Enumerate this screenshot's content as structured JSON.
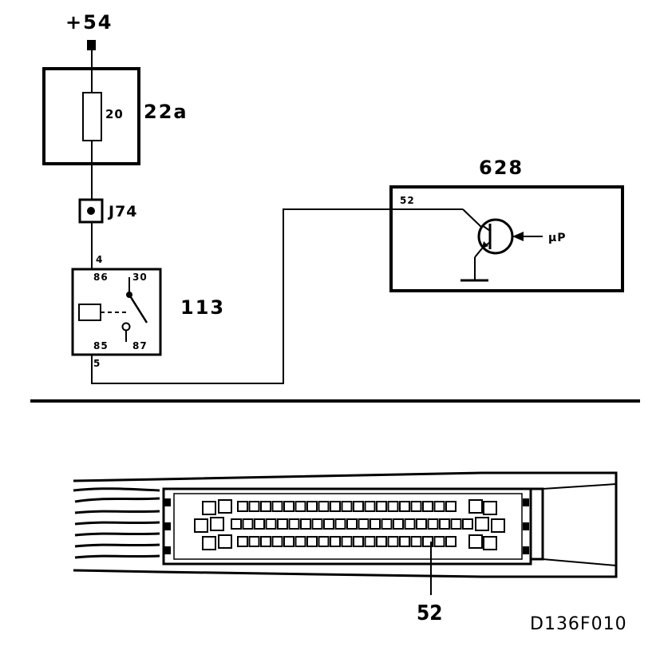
{
  "supply": {
    "label": "+54"
  },
  "fuse": {
    "rating": "20",
    "id": "22a"
  },
  "junction": {
    "id": "J74"
  },
  "relay": {
    "id": "113",
    "wire_in": "4",
    "wire_out": "5",
    "pins": {
      "coil_in": "86",
      "common": "30",
      "coil_out": "85",
      "no": "87"
    }
  },
  "control_unit": {
    "id": "628",
    "pin": "52",
    "signal": "µP"
  },
  "connector": {
    "pin_callout": "52"
  },
  "figure_code": "D136F010"
}
